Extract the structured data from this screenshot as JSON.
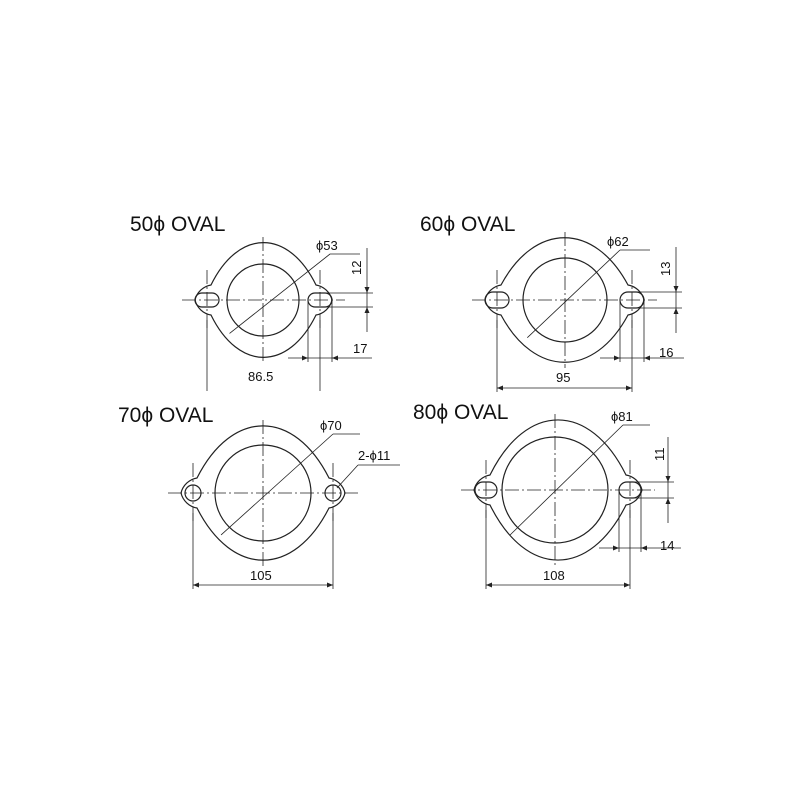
{
  "flanges": [
    {
      "title": "50ϕ OVAL",
      "bore": "ϕ53",
      "pitch": "86.5",
      "slot_width": "12",
      "slot_length": "17"
    },
    {
      "title": "60ϕ OVAL",
      "bore": "ϕ62",
      "pitch": "95",
      "slot_width": "13",
      "slot_length": "16"
    },
    {
      "title": "70ϕ OVAL",
      "bore": "ϕ70",
      "pitch": "105",
      "holes": "2-ϕ11"
    },
    {
      "title": "80ϕ OVAL",
      "bore": "ϕ81",
      "pitch": "108",
      "slot_width": "11",
      "slot_length": "14"
    }
  ]
}
